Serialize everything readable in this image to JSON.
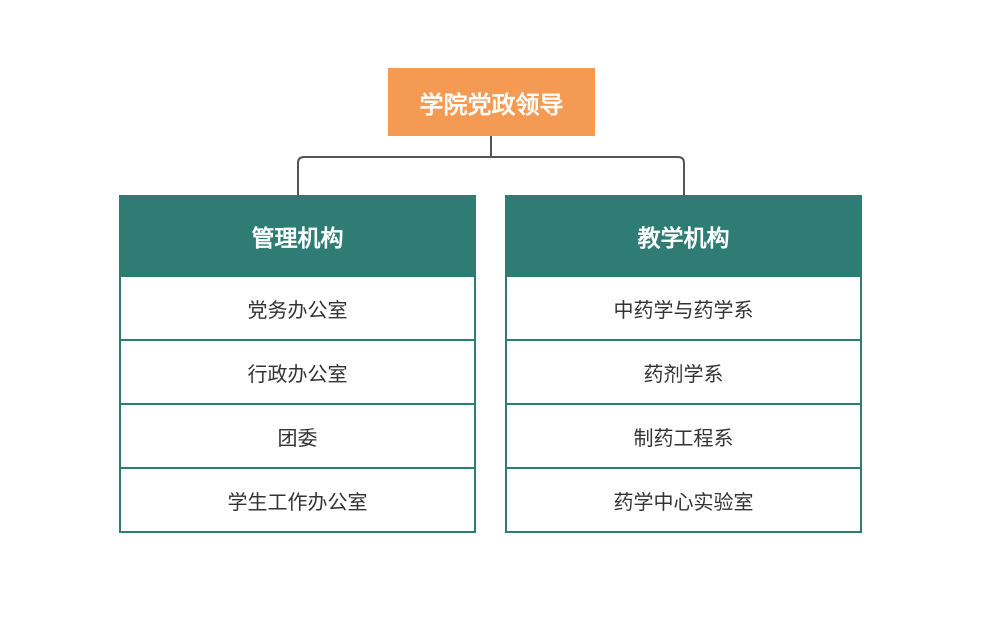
{
  "root": {
    "label": "学院党政领导"
  },
  "branches": [
    {
      "title": "管理机构",
      "items": [
        "党务办公室",
        "行政办公室",
        "团委",
        "学生工作办公室"
      ]
    },
    {
      "title": "教学机构",
      "items": [
        "中药学与药学系",
        "药剂学系",
        "制药工程系",
        "药学中心实验室"
      ]
    }
  ],
  "colors": {
    "root_fill": "#F59A52",
    "branch_color": "#2E7C74",
    "connector": "#555555"
  }
}
